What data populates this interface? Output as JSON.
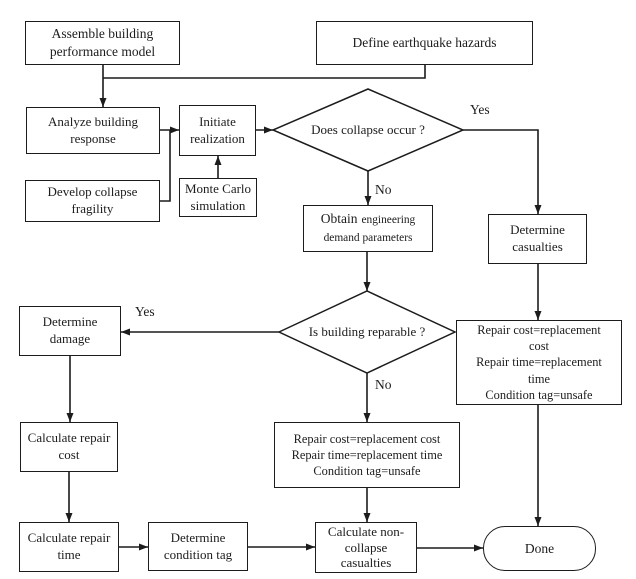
{
  "colors": {
    "background": "#ffffff",
    "line": "#1c1c1c",
    "text": "#1c1c1c",
    "node_fill": "#ffffff"
  },
  "nodes": {
    "assemble": {
      "label": "Assemble building\nperformance model"
    },
    "define": {
      "label": "Define earthquake hazards"
    },
    "analyze": {
      "label": "Analyze building\nresponse"
    },
    "initiate": {
      "label": "Initiate\nrealization"
    },
    "develop_fragility": {
      "label": "Develop collapse\nfragility"
    },
    "monte_carlo": {
      "label": "Monte Carlo\nsimulation"
    },
    "collapse_decision": {
      "label": "Does collapse occur ?"
    },
    "obtain_edp": {
      "word_large": "Obtain",
      "word_small": "engineering",
      "line2": "demand parameters"
    },
    "determine_casualties": {
      "label": "Determine\ncasualties"
    },
    "reparable_decision": {
      "label": "Is building reparable ?"
    },
    "determine_damage": {
      "label": "Determine\ndamage"
    },
    "repair_unsafe_right": {
      "label": "Repair cost=replacement\ncost\nRepair time=replacement\ntime\nCondition tag=unsafe"
    },
    "repair_unsafe_center": {
      "label": "Repair cost=replacement cost\nRepair time=replacement time\nCondition tag=unsafe"
    },
    "calc_repair_cost": {
      "label": "Calculate repair\ncost"
    },
    "calc_repair_time": {
      "label": "Calculate repair\ntime"
    },
    "determine_condition_tag": {
      "label": "Determine\ncondition tag"
    },
    "calc_noncollapse_casualties": {
      "label": "Calculate non-\ncollapse\ncasualties"
    },
    "done": {
      "label": "Done"
    }
  },
  "edge_labels": {
    "collapse_yes": "Yes",
    "collapse_no": "No",
    "reparable_yes": "Yes",
    "reparable_no": "No"
  }
}
